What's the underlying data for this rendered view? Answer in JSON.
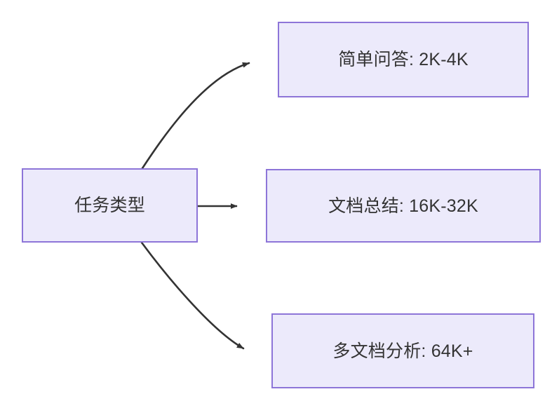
{
  "diagram": {
    "title": "任务类型",
    "type": "flowchart",
    "direction": "left-to-right",
    "background_color": "#ffffff",
    "node_fill_color": "#ECEAFB",
    "node_border_color": "#8D75D8",
    "node_text_color": "#333333",
    "edge_color": "#333333",
    "nodes": [
      {
        "id": "root",
        "label": "任务类型"
      },
      {
        "id": "simple_qa",
        "label": "简单问答: 2K-4K"
      },
      {
        "id": "doc_sum",
        "label": "文档总结: 16K-32K"
      },
      {
        "id": "multi_doc",
        "label": "多文档分析: 64K+"
      }
    ],
    "edges": [
      {
        "from": "root",
        "to": "simple_qa",
        "label": "",
        "style": "curved-arrow"
      },
      {
        "from": "root",
        "to": "doc_sum",
        "label": "",
        "style": "straight-arrow"
      },
      {
        "from": "root",
        "to": "multi_doc",
        "label": "",
        "style": "curved-arrow"
      }
    ]
  }
}
